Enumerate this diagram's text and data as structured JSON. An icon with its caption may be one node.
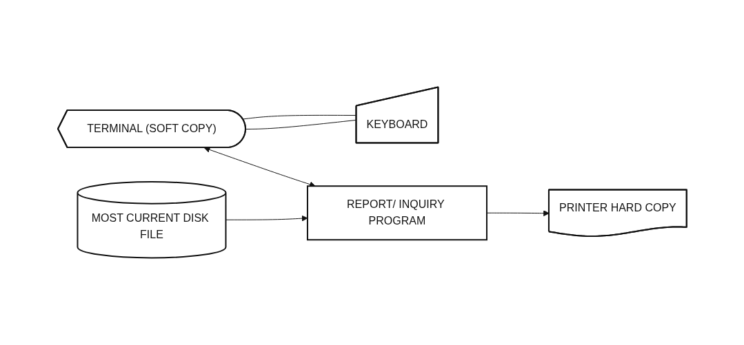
{
  "diagram": {
    "nodes": [
      {
        "text": [
          "TERMINAL (SOFT COPY)"
        ]
      },
      {
        "text": [
          "KEYBOARD"
        ]
      },
      {
        "text": [
          "REPORT/ INQUIRY PROGRAM"
        ]
      },
      {
        "text": [
          "MOST CURRENT DISK FILE"
        ]
      },
      {
        "text": [
          "PRINTER HARD COPY"
        ]
      }
    ],
    "edges": [
      {
        "from": 0,
        "to": 2,
        "arrow": "both"
      },
      {
        "from": 3,
        "to": 2,
        "arrow": "to"
      },
      {
        "from": 2,
        "to": 4,
        "arrow": "to"
      },
      {
        "from": 0,
        "to": 1,
        "arrow": "none"
      },
      {
        "from": 0,
        "to": 1,
        "arrow": "none"
      }
    ]
  }
}
